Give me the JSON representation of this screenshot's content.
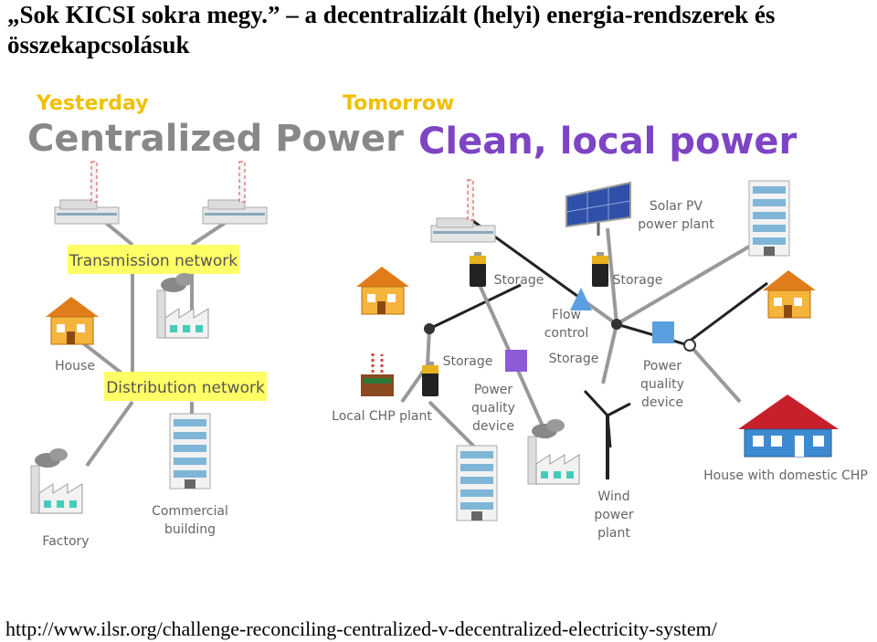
{
  "title": "„Sok KICSI sokra megy.” – a decentralizált (helyi) energia-rendszerek és összekapcsolásuk",
  "yesterday": {
    "label": "Yesterday",
    "heading": "Centralized Power",
    "transmission": "Transmission network",
    "distribution": "Distribution network",
    "house": "House",
    "factory": "Factory",
    "commercial": [
      "Commercial",
      "building"
    ]
  },
  "tomorrow": {
    "label": "Tomorrow",
    "heading": "Clean, local power",
    "solar": [
      "Solar PV",
      "power plant"
    ],
    "storage": "Storage",
    "flow": [
      "Flow",
      "control"
    ],
    "pq": [
      "Power",
      "quality",
      "device"
    ],
    "chp": "Local CHP plant",
    "wind": [
      "Wind",
      "power",
      "plant"
    ],
    "house_chp": "House with domestic CHP"
  },
  "footer": "http://www.ilsr.org/challenge-reconciling-centralized-v-decentralized-electricity-system/",
  "colors": {
    "yellow_box": "#ffff66",
    "purple": "#7d44c4",
    "node_blue": "#5aa0e0",
    "house_orange": "#f2a93b"
  }
}
